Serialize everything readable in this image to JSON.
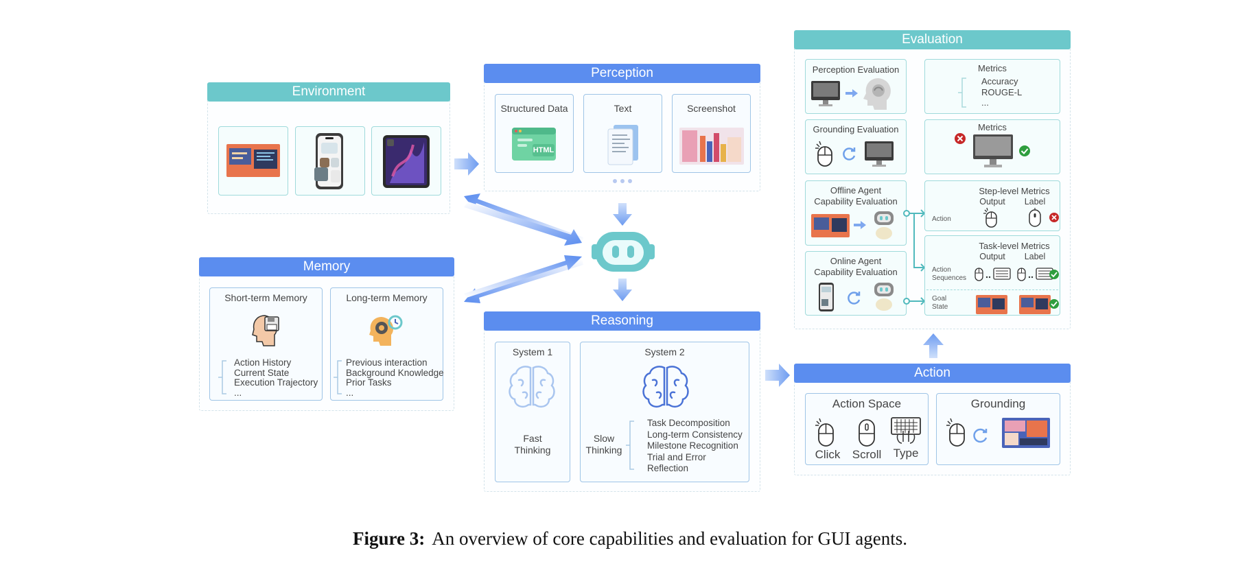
{
  "environment": {
    "title": "Environment"
  },
  "perception": {
    "title": "Perception",
    "items": [
      "Structured Data",
      "Text",
      "Screenshot"
    ],
    "html_tag": "HTML"
  },
  "memory": {
    "title": "Memory",
    "short_term": {
      "title": "Short-term Memory",
      "items": [
        "Action History",
        "Current State",
        "Execution Trajectory",
        "..."
      ]
    },
    "long_term": {
      "title": "Long-term Memory",
      "items": [
        "Previous interaction",
        "Background Knowledge",
        "Prior Tasks",
        "..."
      ]
    }
  },
  "reasoning": {
    "title": "Reasoning",
    "system1": {
      "title": "System 1",
      "desc_line1": "Fast",
      "desc_line2": "Thinking"
    },
    "system2": {
      "title": "System 2",
      "desc_line1": "Slow",
      "desc_line2": "Thinking",
      "items": [
        "Task Decomposition",
        "Long-term Consistency",
        "Milestone Recognition",
        "Trial and Error",
        "Reflection"
      ]
    }
  },
  "evaluation": {
    "title": "Evaluation",
    "perception_eval": "Perception Evaluation",
    "metrics1": {
      "title": "Metrics",
      "items": [
        "Accuracy",
        "ROUGE-L",
        "..."
      ]
    },
    "grounding_eval": "Grounding Evaluation",
    "metrics2": "Metrics",
    "offline": {
      "line1": "Offline Agent",
      "line2": "Capability Evaluation"
    },
    "online": {
      "line1": "Online Agent",
      "line2": "Capability Evaluation"
    },
    "step_level": {
      "title": "Step-level Metrics",
      "output": "Output",
      "label": "Label",
      "action": "Action"
    },
    "task_level": {
      "title": "Task-level Metrics",
      "output": "Output",
      "label": "Label",
      "action_seq_line1": "Action",
      "action_seq_line2": "Sequences",
      "goal_line1": "Goal",
      "goal_line2": "State"
    }
  },
  "action": {
    "title": "Action",
    "space": {
      "title": "Action Space",
      "items": [
        "Click",
        "Scroll",
        "Type"
      ]
    },
    "grounding": {
      "title": "Grounding"
    }
  },
  "caption": {
    "label": "Figure 3:",
    "text": "An overview of core capabilities and evaluation for GUI agents."
  },
  "colors": {
    "teal": "#6cc8cb",
    "blue": "#5b8def",
    "error": "#c62828",
    "ok": "#2e9e3e"
  }
}
